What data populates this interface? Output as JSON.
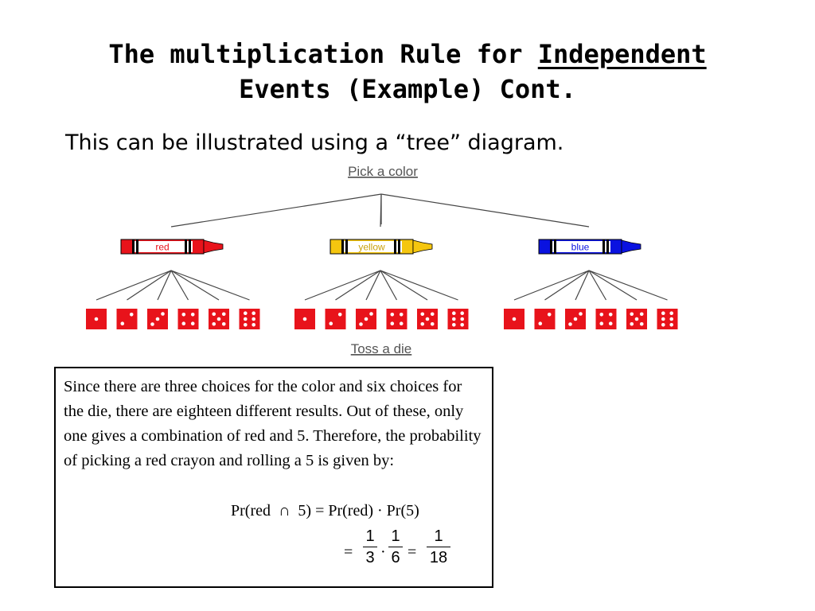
{
  "slide": {
    "title_line1_pre": "The multiplication Rule for ",
    "title_line1_u": "Independent",
    "title_line2": "Events (Example) Cont.",
    "subtitle": "This can be illustrated using a “tree” diagram."
  },
  "diagram": {
    "top_label": "Pick a color",
    "bottom_label": "Toss a die",
    "crayons": [
      {
        "label": "red",
        "color": "#e8131b"
      },
      {
        "label": "yellow",
        "color": "#f5c60f"
      },
      {
        "label": "blue",
        "color": "#0a12e0"
      }
    ],
    "die_faces": [
      1,
      2,
      3,
      4,
      5,
      6
    ],
    "die_color": "#e8131b"
  },
  "explanation": {
    "paragraph": "Since there are three choices for the color and six choices for the die, there are eighteen different results.  Out of these, only one gives a combination of red and 5.  Therefore, the probability of picking a red crayon and rolling a 5 is given by:",
    "equation_line1": "Pr(red  ∩  5) = Pr(red) · Pr(5)",
    "frac1_num": "1",
    "frac1_den": "3",
    "frac2_num": "1",
    "frac2_den": "6",
    "frac3_num": "1",
    "frac3_den": "18"
  }
}
